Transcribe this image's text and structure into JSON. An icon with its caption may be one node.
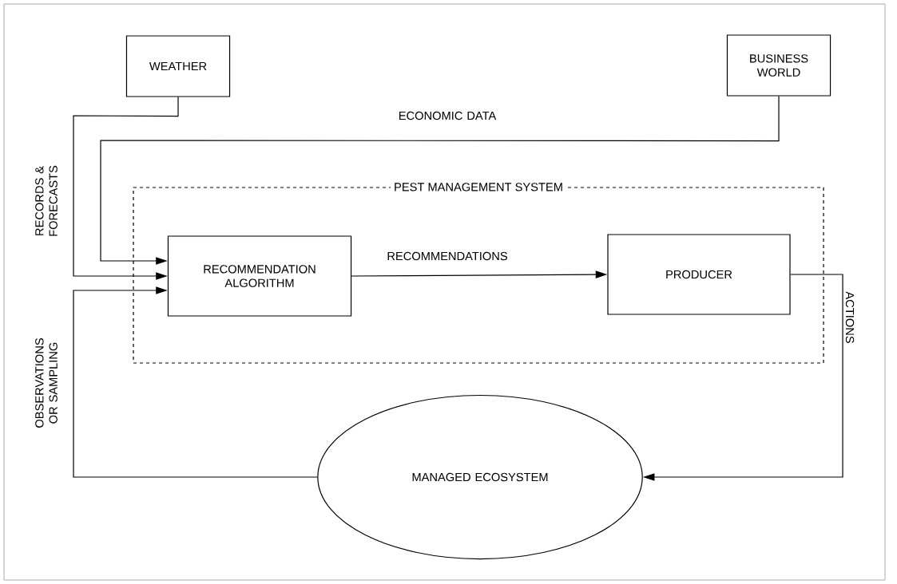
{
  "diagram": {
    "nodes": [
      {
        "text": [
          "WEATHER"
        ]
      },
      {
        "text": [
          "BUSINESS WORLD"
        ]
      },
      {
        "text": [
          "PEST MANAGEMENT SYSTEM"
        ]
      },
      {
        "text": [
          "RECOMMENDATION ALGORITHM"
        ],
        "in": 2
      },
      {
        "text": [
          "PRODUCER"
        ],
        "in": 2
      },
      {
        "text": [
          "MANAGED ECOSYSTEM"
        ]
      }
    ],
    "edges": [
      {
        "from": 0,
        "to": 3,
        "arrow": "to",
        "label": "RECORDS & FORECASTS"
      },
      {
        "from": 1,
        "to": 3,
        "arrow": "to",
        "label": "ECONOMIC DATA"
      },
      {
        "from": 3,
        "to": 4,
        "arrow": "to",
        "label": "RECOMMENDATIONS"
      },
      {
        "from": 4,
        "to": 5,
        "arrow": "to",
        "label": "ACTIONS"
      },
      {
        "from": 5,
        "to": 3,
        "arrow": "to",
        "label": "OBSERVATIONS OR SAMPLING"
      }
    ]
  }
}
